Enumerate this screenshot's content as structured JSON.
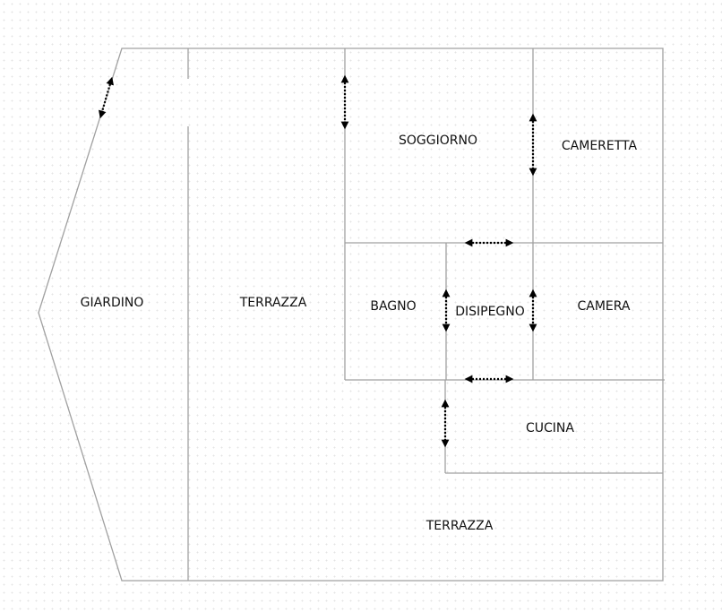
{
  "rooms": {
    "giardino": "GIARDINO",
    "terrazza_left": "TERRAZZA",
    "soggiorno": "SOGGIORNO",
    "cameretta": "CAMERETTA",
    "bagno": "BAGNO",
    "disipegno": "DISIPEGNO",
    "camera": "CAMERA",
    "cucina": "CUCINA",
    "terrazza_bottom": "TERRAZZA"
  }
}
